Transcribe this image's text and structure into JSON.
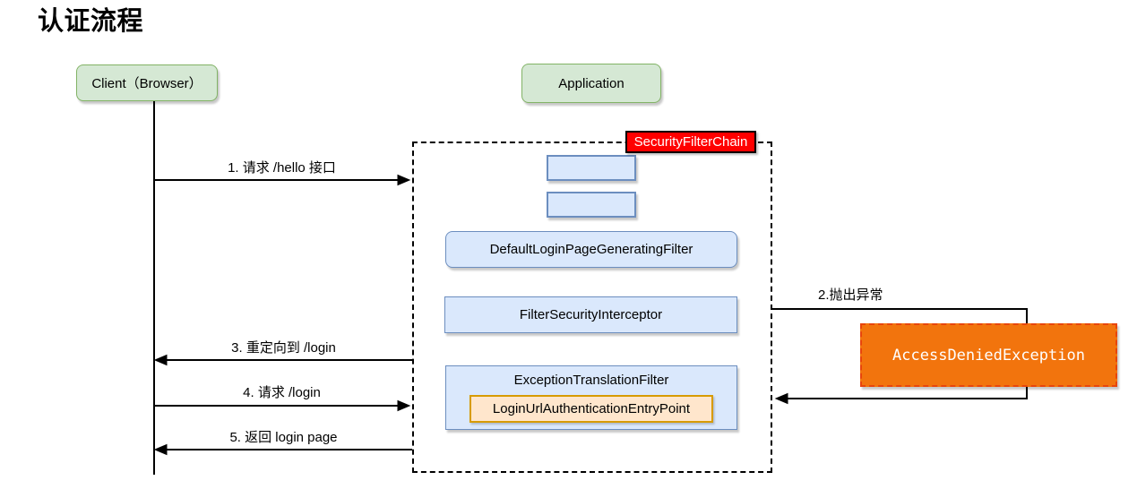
{
  "page": {
    "title": "认证流程"
  },
  "actors": {
    "client": {
      "label": "Client（Browser）"
    },
    "application": {
      "label": "Application"
    }
  },
  "filter_chain": {
    "label": "SecurityFilterChain",
    "filters": {
      "default_login_page_generating_filter": "DefaultLoginPageGeneratingFilter",
      "filter_security_interceptor": "FilterSecurityInterceptor",
      "exception_translation_filter": "ExceptionTranslationFilter",
      "login_url_authentication_entry_point": "LoginUrlAuthenticationEntryPoint"
    }
  },
  "exception": {
    "label": "AccessDeniedException"
  },
  "messages": {
    "m1": "1. 请求 /hello 接口",
    "m2": "2.抛出异常",
    "m3": "3. 重定向到 /login",
    "m4": "4. 请求 /login",
    "m5": "5. 返回 login page"
  },
  "colors": {
    "actor_fill": "#d5e8d4",
    "actor_border": "#82b366",
    "filter_fill": "#dae8fc",
    "filter_border": "#6c8ebf",
    "entry_point_fill": "#ffe6cc",
    "entry_point_border": "#d79b00",
    "chain_label_fill": "#ff0000",
    "chain_label_text": "#ffffff",
    "exception_fill": "#f2740d",
    "exception_border": "#e8450c",
    "exception_text": "#ffffff"
  }
}
